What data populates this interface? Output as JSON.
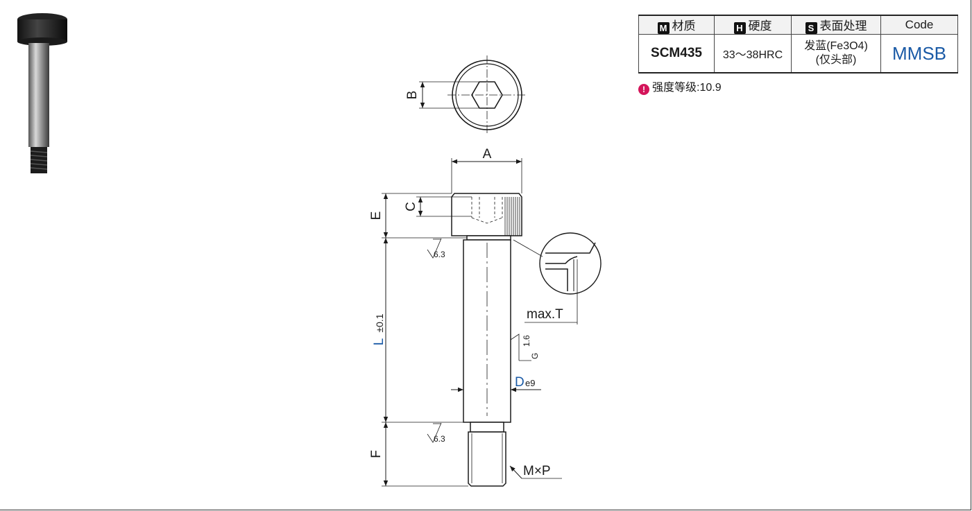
{
  "table": {
    "headers": [
      {
        "badge": "M",
        "label": "材质"
      },
      {
        "badge": "H",
        "label": "硬度"
      },
      {
        "badge": "S",
        "label": "表面处理"
      },
      {
        "badge": "",
        "label": "Code"
      }
    ],
    "row": {
      "material": "SCM435",
      "hardness": "33～38HRC",
      "surface_line1": "发蓝(Fe3O4)",
      "surface_line2": "(仅头部)",
      "code": "MMSB"
    }
  },
  "note": {
    "icon": "info-warning-icon",
    "text": "强度等级:10.9"
  },
  "dimensions": {
    "A": "A",
    "B": "B",
    "C": "C",
    "E": "E",
    "F": "F",
    "L": "L",
    "L_tol": "±0.1",
    "D": "D",
    "D_sub": "e9",
    "T": "max.T",
    "MP": "M×P",
    "rough_head": "6.3",
    "rough_thread": "6.3",
    "rough_shaft": "1.6",
    "rough_shaft_g": "G"
  },
  "colors": {
    "accent_blue": "#1a5aa6",
    "badge_pink": "#d4145a",
    "line": "#1a1a1a"
  }
}
